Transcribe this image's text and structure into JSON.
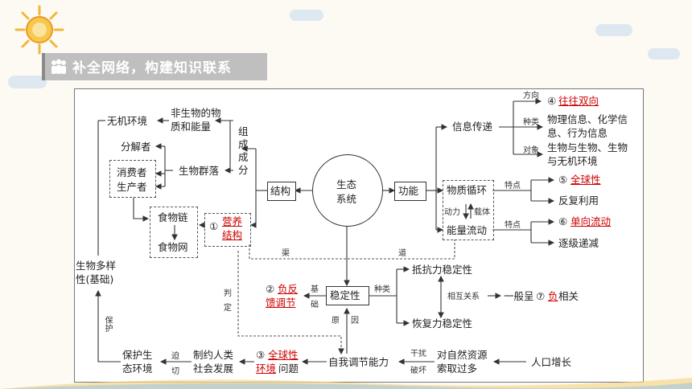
{
  "header": {
    "title": "补全网络，构建知识联系"
  },
  "center": {
    "line1": "生态",
    "line2": "系统"
  },
  "structure": {
    "label": "结构",
    "composition": [
      "组",
      "成",
      "成",
      "分"
    ],
    "abiotic_env": "无机环境",
    "abiotic_matter1": "非生物的物",
    "abiotic_matter2": "质和能量",
    "decomposer": "分解者",
    "biocommunity": "生物群落",
    "consumer": "消费者",
    "producer": "生产者",
    "food_chain": "食物链",
    "food_web": "食物网",
    "trophic_num": "①",
    "trophic_line1": "营养",
    "trophic_line2": "结构"
  },
  "function": {
    "label": "功能",
    "info": "信息传递",
    "direction_label": "方向",
    "direction_num": "④",
    "direction_value": "往往双向",
    "kind_label": "种类",
    "kind_line1": "物理信息、化学信",
    "kind_line2": "息、行为信息",
    "object_label": "对象",
    "object_line1": "生物与生物、生物",
    "object_line2": "与无机环境",
    "material": "物质循环",
    "energy": "能量流动",
    "power": "动力",
    "carrier": "载体",
    "trait1": "特点",
    "trait2": "特点",
    "global_num": "⑤",
    "global_value": "全球性",
    "reuse": "反复利用",
    "oneway_num": "⑥",
    "oneway_value": "单向流动",
    "decrease": "逐级递减",
    "channel1": "渠",
    "channel2": "道"
  },
  "stability": {
    "label": "稳定性",
    "basis1": "基",
    "basis2": "础",
    "feedback_num": "②",
    "feedback_line1": "负反",
    "feedback_line2": "馈调节",
    "kind_label": "种类",
    "resist": "抵抗力稳定性",
    "recover": "恢复力稳定性",
    "relation": "相互关系",
    "general_pre": "一般呈",
    "general_num": "⑦",
    "general_red": "负",
    "general_post": "相关",
    "reason1": "原",
    "reason2": "因"
  },
  "bottom": {
    "self_reg": "自我调节能力",
    "interfere1": "干扰",
    "interfere2": "破坏",
    "over_line1": "对自然资源",
    "over_line2": "索取过多",
    "population": "人口增长",
    "global_num": "③",
    "global_red1": "全球性",
    "global_red2": "环境",
    "global_post": "问题",
    "constrain1": "制约人类",
    "constrain2": "社会发展",
    "force1": "迫",
    "force2": "切",
    "protect1": "保护生",
    "protect2": "态环境",
    "protect_label": "保护",
    "judge1": "判",
    "judge2": "定",
    "biodiv1": "生物多样",
    "biodiv2": "性(基础)"
  },
  "colors": {
    "accent_red": "#cc0000",
    "line": "#333333",
    "title_bg": "#bfbfbf"
  }
}
